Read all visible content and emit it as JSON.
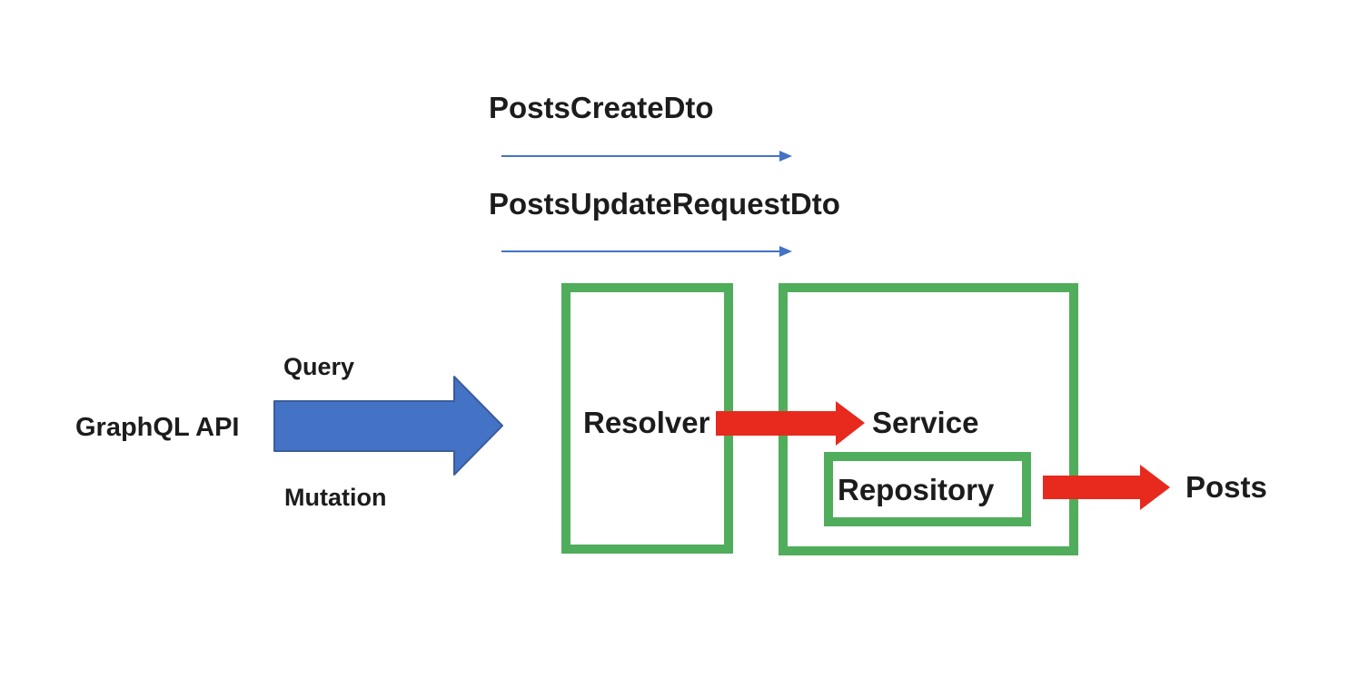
{
  "colors": {
    "background": "#FFFFFF",
    "blue_fill": "#4472C4",
    "blue_border": "#3B5C9E",
    "thin_arrow_blue": "#4472C4",
    "green": "#50AD5B",
    "red": "#E8291D",
    "text": "#1C1C1C",
    "box_fill": "#FFFFFF"
  },
  "dto_flow": {
    "create_label": "PostsCreateDto",
    "update_label": "PostsUpdateRequestDto"
  },
  "api": {
    "label": "GraphQL API",
    "query_label": "Query",
    "mutation_label": "Mutation"
  },
  "components": {
    "resolver_label": "Resolver",
    "service_label": "Service",
    "repository_label": "Repository"
  },
  "output": {
    "posts_label": "Posts"
  }
}
